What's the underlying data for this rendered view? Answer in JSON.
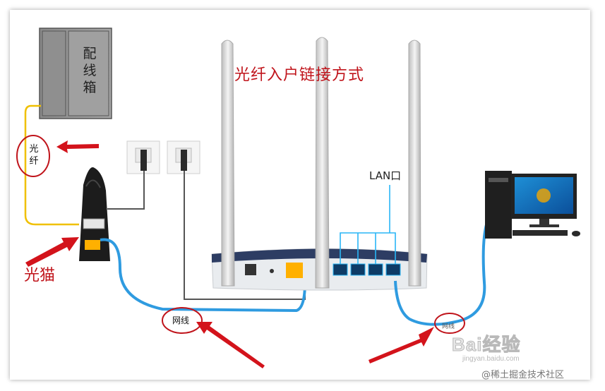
{
  "title": "光纤入户链接方式",
  "labels": {
    "distribution_box": "配线箱",
    "fiber": "光纤",
    "lan_port": "LAN口",
    "optical_modem": "光猫",
    "network_cable_left": "网线",
    "network_cable_right": "网线"
  },
  "watermark": {
    "brand": "Bai经验",
    "url": "jingyan.baidu.com",
    "credit": "@稀土掘金技术社区"
  },
  "colors": {
    "annotation_red": "#c0141b",
    "network_cable": "#2f9be0",
    "fiber_cable": "#f0c000",
    "router_body": "#2d3d63"
  }
}
